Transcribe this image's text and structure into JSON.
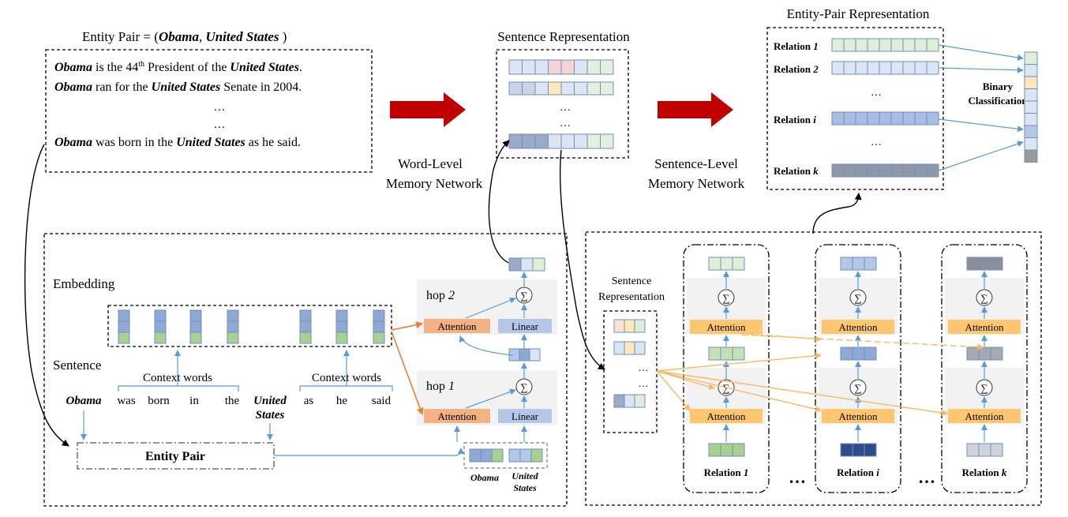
{
  "top": {
    "entity_pair_prefix": "Entity  Pair = (",
    "entity_pair_obama": "Obama",
    "entity_pair_comma": ", ",
    "entity_pair_us": "United States",
    "entity_pair_suffix": " )",
    "sentences": [
      {
        "pre": "",
        "e1": "Obama",
        "mid": " is the 44",
        "sup": "th",
        "mid2": " President of the ",
        "e2": "United States",
        "post": "."
      },
      {
        "pre": "",
        "e1": "Obama",
        "mid": " ran for the ",
        "sup": "",
        "mid2": "",
        "e2": "United States",
        "post": " Senate in 2004."
      },
      {
        "pre": "",
        "e1": "Obama",
        "mid": " was born in the ",
        "sup": "",
        "mid2": "",
        "e2": "United States",
        "post": " as he said."
      }
    ],
    "ellipsis": "…",
    "sentence_representation_title": "Sentence Representation",
    "entity_pair_representation_title": "Entity-Pair  Representation",
    "word_level_label_1": "Word-Level",
    "word_level_label_2": "Memory Network",
    "sentence_level_label_1": "Sentence-Level",
    "sentence_level_label_2": "Memory Network",
    "relations": [
      {
        "prefix": "Relation ",
        "index": "1"
      },
      {
        "prefix": "Relation ",
        "index": "2"
      },
      {
        "prefix": "Relation ",
        "index": "i"
      },
      {
        "prefix": "Relation ",
        "index": "k"
      }
    ],
    "binary_classification_1": "Binary",
    "binary_classification_2": "Classification"
  },
  "word_module": {
    "embedding_label": "Embedding",
    "sentence_label": "Sentence",
    "context_words_label": "Context words",
    "words": [
      "Obama",
      "was",
      "born",
      "in",
      "the",
      "United",
      "States",
      "as",
      "he",
      "said"
    ],
    "entity_pair_box": "Entity Pair",
    "hop2_prefix": "hop ",
    "hop2_index": "2",
    "hop1_prefix": "hop ",
    "hop1_index": "1",
    "attention_label": "Attention",
    "linear_label": "Linear",
    "sum_symbol": "∑",
    "obama_label": "Obama",
    "united_label": "United",
    "states_label": "States"
  },
  "sentence_module": {
    "sentence_representation_1": "Sentence",
    "sentence_representation_2": "Representation",
    "attention_label": "Attention",
    "sum_symbol": "∑",
    "relation_prefix": "Relation ",
    "relation_indices": [
      "1",
      "i",
      "k"
    ],
    "ellipsis": "…",
    "dots": "…"
  },
  "colors": {
    "arrow_red": "#c00000",
    "blue_line": "#5b9bd5",
    "orange_line": "#ed7d31",
    "light_orange": "#f8cb7a",
    "attention_fill_word": "#f4b183",
    "linear_fill": "#b4c7e7",
    "attention_fill_sentence": "#ffc670",
    "hop_bg": "#f2f2f2"
  }
}
